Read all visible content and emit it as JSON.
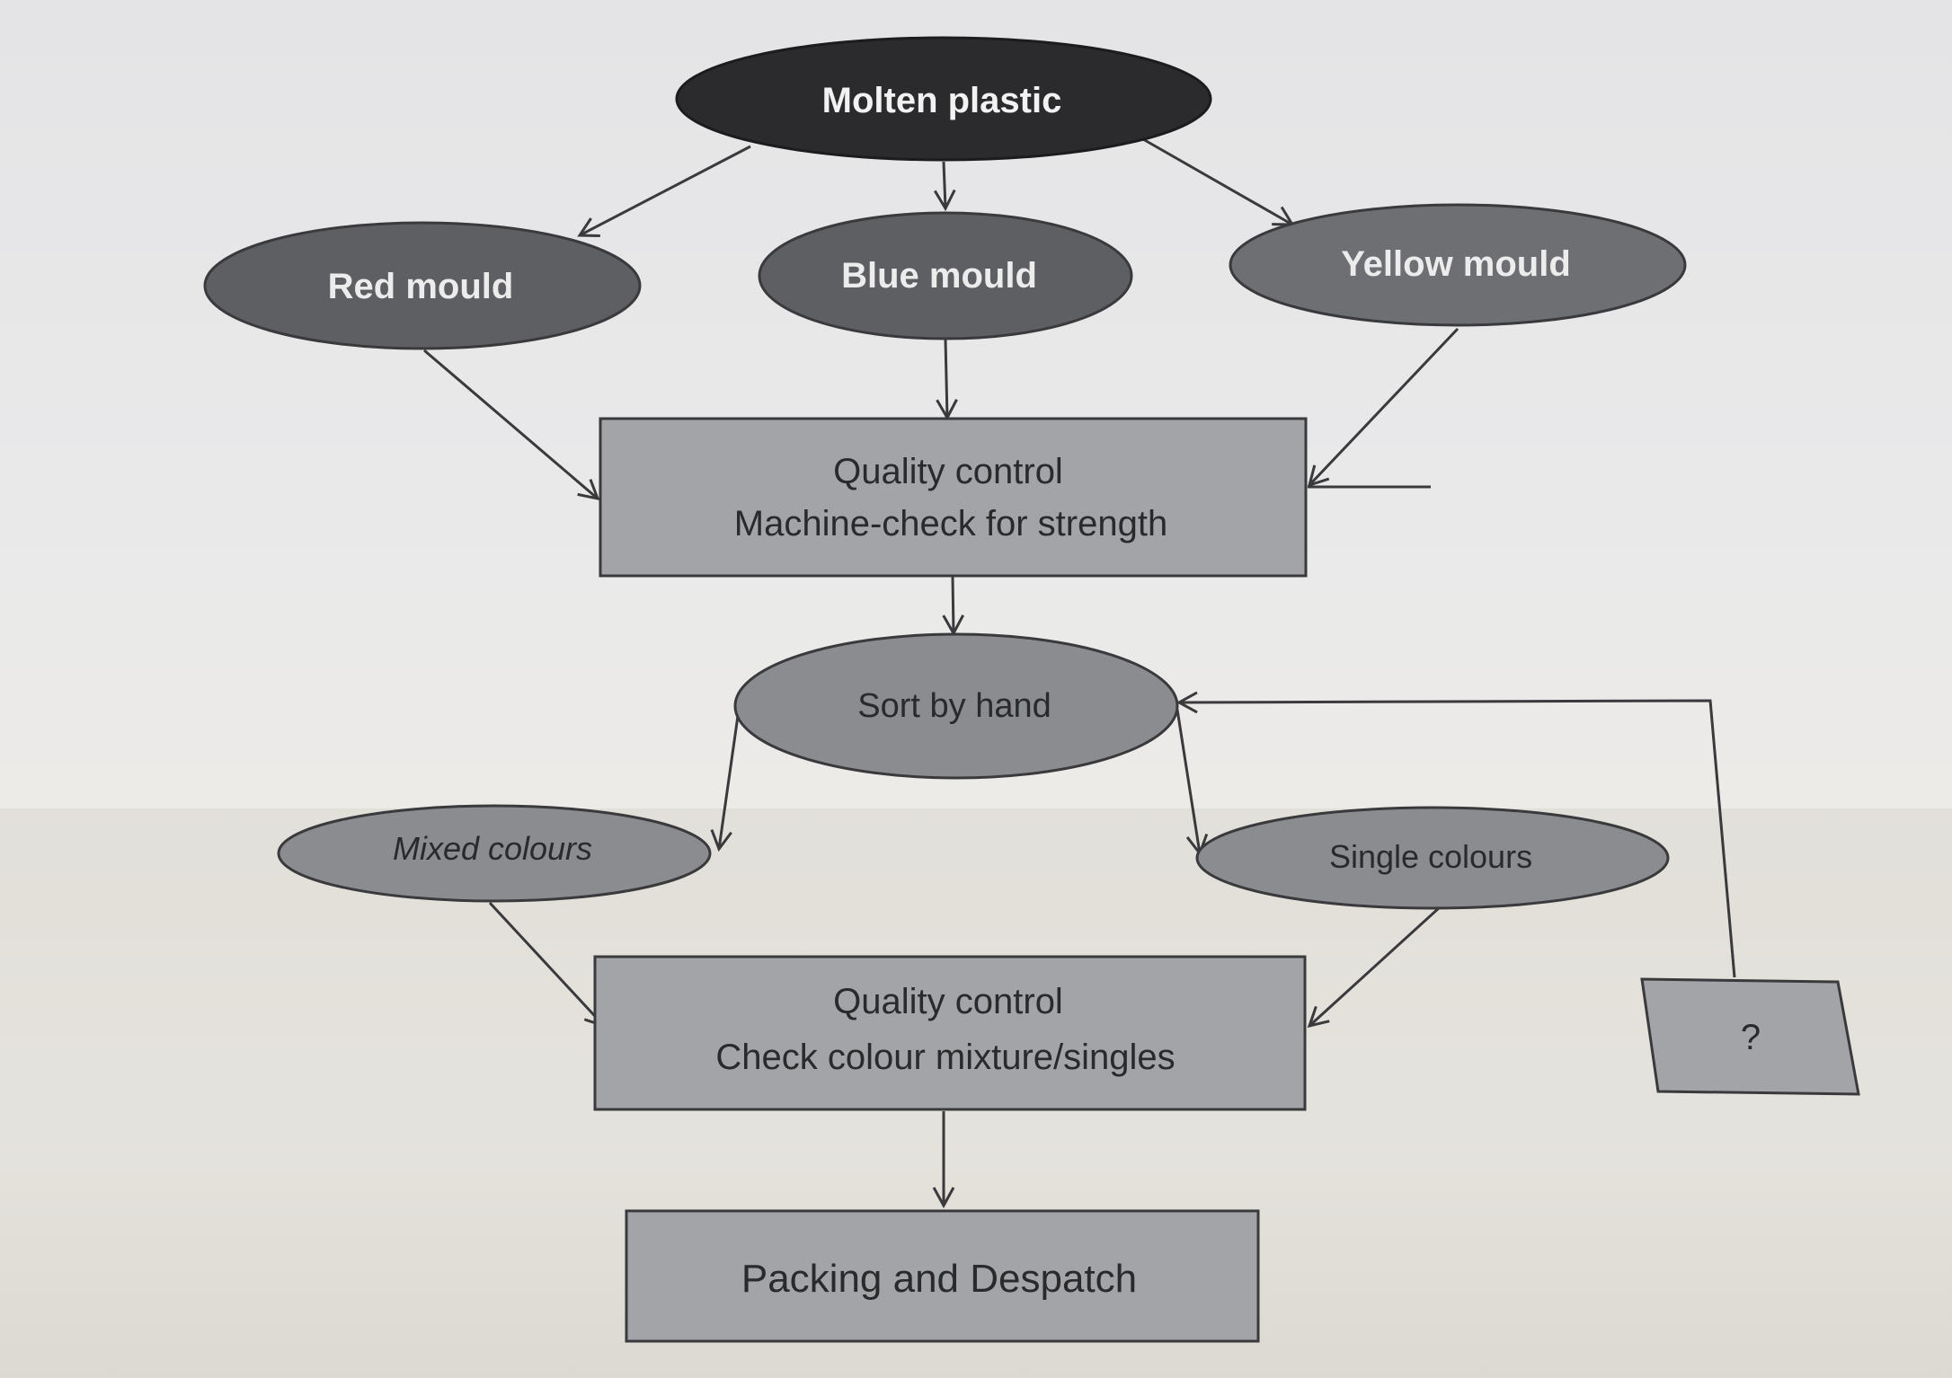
{
  "nodes": {
    "molten": {
      "label": "Molten plastic"
    },
    "red": {
      "label": "Red mould"
    },
    "blue": {
      "label": "Blue mould"
    },
    "yellow": {
      "label": "Yellow mould"
    },
    "qc1": {
      "line1": "Quality control",
      "line2": "Machine-check for strength"
    },
    "sort": {
      "label": "Sort by hand"
    },
    "mixed": {
      "label": "Mixed colours"
    },
    "single": {
      "label": "Single colours"
    },
    "qc2": {
      "line1": "Quality control",
      "line2": "Check colour mixture/singles"
    },
    "pack": {
      "label": "Packing and Despatch"
    },
    "unknown": {
      "label": "?"
    }
  },
  "colors": {
    "molten_fill": "#2b2b2e",
    "mould_fill": "#5e5f63",
    "light_ellipse_fill": "#8b8c90",
    "box_fill": "#a3a4a7",
    "stroke": "#3a3a3d",
    "dark_text": "#f2f2f2",
    "text": "#2a2a2c"
  }
}
